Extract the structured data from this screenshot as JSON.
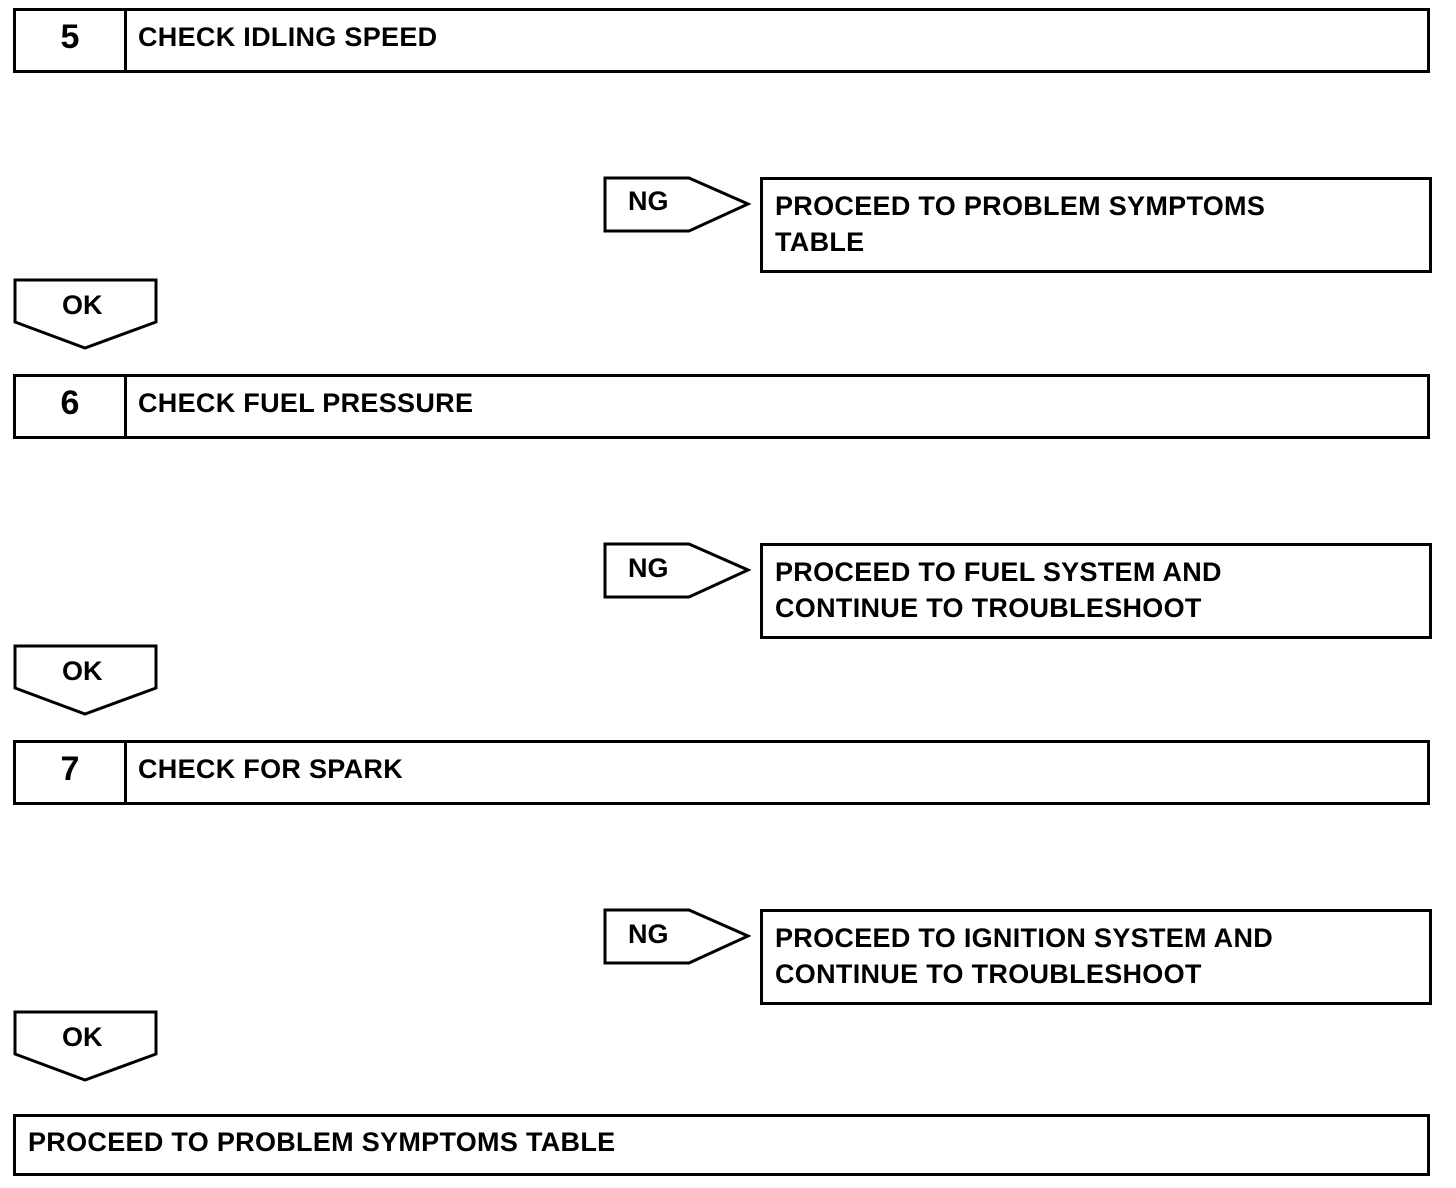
{
  "steps": [
    {
      "number": "5",
      "title": "CHECK IDLING SPEED",
      "ng_label": "NG",
      "ng_action": [
        "PROCEED TO PROBLEM SYMPTOMS",
        "TABLE"
      ],
      "ok_label": "OK"
    },
    {
      "number": "6",
      "title": "CHECK FUEL PRESSURE",
      "ng_label": "NG",
      "ng_action": [
        "PROCEED TO FUEL SYSTEM AND",
        "CONTINUE TO TROUBLESHOOT"
      ],
      "ok_label": "OK"
    },
    {
      "number": "7",
      "title": "CHECK FOR SPARK",
      "ng_label": "NG",
      "ng_action": [
        "PROCEED TO IGNITION SYSTEM AND",
        "CONTINUE TO TROUBLESHOOT"
      ],
      "ok_label": "OK"
    }
  ],
  "final": {
    "text": "PROCEED TO PROBLEM SYMPTOMS TABLE"
  }
}
